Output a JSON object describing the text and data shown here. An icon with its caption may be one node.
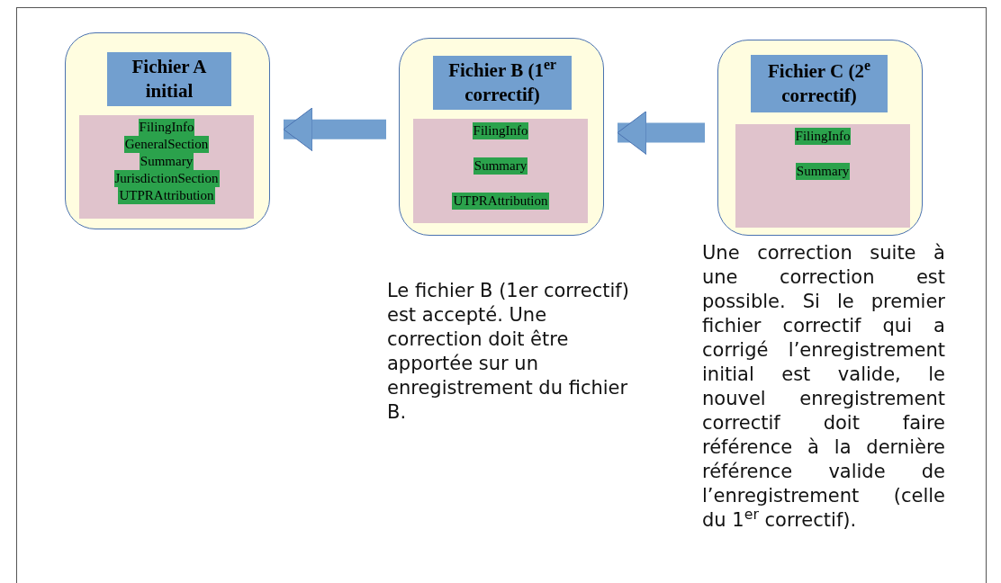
{
  "diagram": {
    "nodes": [
      {
        "text": [],
        "shape": "box"
      },
      {
        "text": [
          "Fichier A initial"
        ],
        "in": 0
      },
      {
        "text": [
          "FilingInfo",
          "GeneralSection",
          "Summary",
          "JurisdictionSection",
          "UTPRAttribution"
        ],
        "in": 0
      },
      {
        "text": [],
        "shape": "box",
        "beside": [
          "Le fichier B (1er correctif) est accepté. Une correction doit être apportée sur un enregistrement du fichier B."
        ]
      },
      {
        "text": [
          "Fichier B (1$^{er}$ correctif)"
        ],
        "in": 3
      },
      {
        "text": [
          "FilingInfo",
          "Summary",
          "UTPRAttribution"
        ],
        "in": 3
      },
      {
        "text": [],
        "shape": "box",
        "beside": [
          "Une correction suite à une correction est possible. Si le premier fichier correctif qui a corrigé l’enregistrement initial est valide, le nouvel enregistrement correctif doit faire référence à la dernière référence valide de l’enregistrement (celle du 1$^{er}$ correctif)."
        ]
      },
      {
        "text": [
          "Fichier C (2$^{e}$ correctif)"
        ],
        "in": 6
      },
      {
        "text": [
          "FilingInfo",
          "Summary"
        ],
        "in": 6
      }
    ],
    "edges": [
      {
        "from": 3,
        "to": 0,
        "arrow": "to"
      },
      {
        "from": 6,
        "to": 3,
        "arrow": "to"
      }
    ]
  }
}
